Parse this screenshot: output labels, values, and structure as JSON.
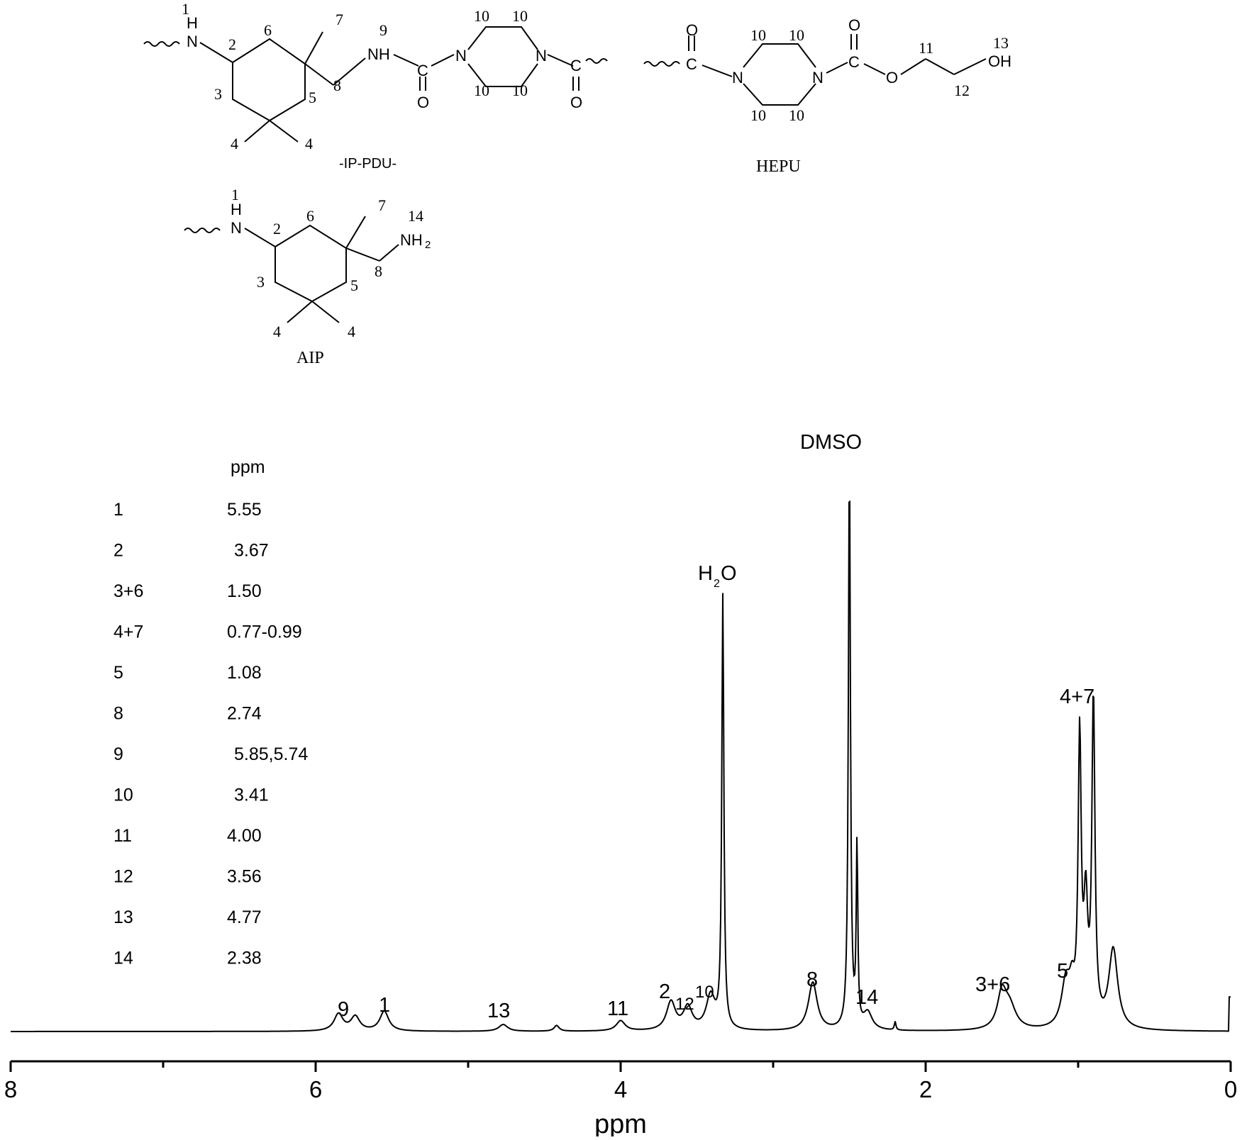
{
  "structures": {
    "ip_pdu": {
      "caption": "-IP-PDU-",
      "labels": [
        "1",
        "2",
        "3",
        "4",
        "4",
        "5",
        "6",
        "7",
        "8",
        "9",
        "10",
        "10",
        "10",
        "10"
      ],
      "atoms": {
        "N1": "N",
        "H1": "H",
        "NH9": "NH",
        "N_a": "N",
        "N_b": "N",
        "C": "C",
        "O": "O",
        "C2": "C",
        "O2": "O"
      }
    },
    "hepu": {
      "caption": "HEPU",
      "labels": [
        "10",
        "10",
        "10",
        "10",
        "11",
        "12",
        "13"
      ],
      "atoms": {
        "C": "C",
        "O": "O",
        "N_a": "N",
        "N_b": "N",
        "C2": "C",
        "O2": "O",
        "O3": "O",
        "OH": "OH"
      }
    },
    "aip": {
      "caption": "AIP",
      "labels": [
        "1",
        "2",
        "3",
        "4",
        "4",
        "5",
        "6",
        "7",
        "8",
        "14"
      ],
      "atoms": {
        "N1": "N",
        "H1": "H",
        "NH2": "NH",
        "NH2_sub": "2"
      }
    }
  },
  "assignment_table": {
    "header": "ppm",
    "rows": [
      {
        "label": "1",
        "value": "5.55"
      },
      {
        "label": "2",
        "value": "3.67"
      },
      {
        "label": "3+6",
        "value": "1.50"
      },
      {
        "label": "4+7",
        "value": "0.77-0.99"
      },
      {
        "label": "5",
        "value": "1.08"
      },
      {
        "label": "8",
        "value": "2.74"
      },
      {
        "label": "9",
        "value": "5.85,5.74"
      },
      {
        "label": "10",
        "value": "3.41"
      },
      {
        "label": "11",
        "value": "4.00"
      },
      {
        "label": "12",
        "value": "3.56"
      },
      {
        "label": "13",
        "value": "4.77"
      },
      {
        "label": "14",
        "value": "2.38"
      }
    ]
  },
  "chart_data": {
    "type": "line",
    "title": "",
    "xlabel": "ppm",
    "ylabel": "",
    "xlim": [
      8,
      0
    ],
    "x_reversed": true,
    "xticks": [
      8,
      6,
      4,
      2,
      0
    ],
    "grid": false,
    "legend": "none",
    "peaks": [
      {
        "label": "9",
        "ppm": 5.85,
        "rel_intensity": 0.03
      },
      {
        "label": "9",
        "ppm": 5.74,
        "rel_intensity": 0.025
      },
      {
        "label": "1",
        "ppm": 5.55,
        "rel_intensity": 0.035
      },
      {
        "label": "13",
        "ppm": 4.77,
        "rel_intensity": 0.012
      },
      {
        "label": "11",
        "ppm": 4.0,
        "rel_intensity": 0.018
      },
      {
        "label": "2",
        "ppm": 3.67,
        "rel_intensity": 0.05
      },
      {
        "label": "12",
        "ppm": 3.56,
        "rel_intensity": 0.04
      },
      {
        "label": "10",
        "ppm": 3.41,
        "rel_intensity": 0.06
      },
      {
        "label": "H2O",
        "ppm": 3.33,
        "rel_intensity": 0.76
      },
      {
        "label": "8",
        "ppm": 2.74,
        "rel_intensity": 0.085
      },
      {
        "label": "DMSO",
        "ppm": 2.5,
        "rel_intensity": 1.0
      },
      {
        "label": "14",
        "ppm": 2.38,
        "rel_intensity": 0.03
      },
      {
        "label": "3+6",
        "ppm": 1.5,
        "rel_intensity": 0.06
      },
      {
        "label": "5",
        "ppm": 1.08,
        "rel_intensity": 0.08
      },
      {
        "label": "4+7",
        "ppm": 0.99,
        "rel_intensity": 0.5
      },
      {
        "label": "4+7",
        "ppm": 0.9,
        "rel_intensity": 0.57
      },
      {
        "label": "4+7",
        "ppm": 0.77,
        "rel_intensity": 0.14
      }
    ],
    "peak_labels": {
      "dmso": "DMSO",
      "h2o_h": "H",
      "h2o_sub": "2",
      "h2o_o": "O",
      "p9": "9",
      "p1": "1",
      "p13": "13",
      "p11": "11",
      "p2": "2",
      "p12": "12",
      "p10": "10",
      "p8": "8",
      "p14": "14",
      "p36": "3+6",
      "p5": "5",
      "p47": "4+7"
    },
    "tick_labels": [
      "8",
      "6",
      "4",
      "2",
      "0"
    ]
  }
}
